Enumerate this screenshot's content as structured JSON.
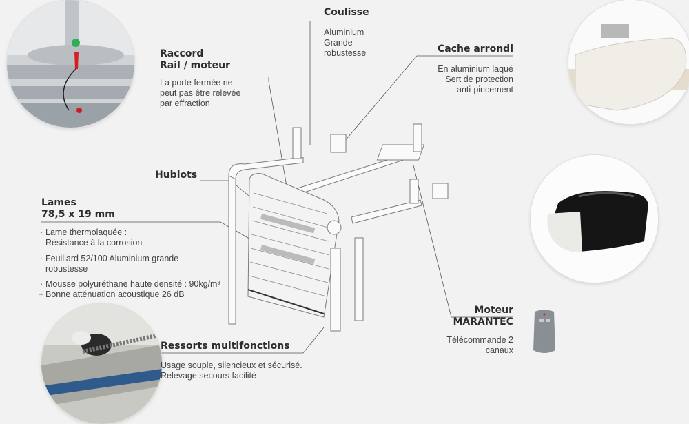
{
  "coulisse": {
    "title": "Coulisse",
    "lines": [
      "Aluminium",
      "Grande",
      "robustesse"
    ]
  },
  "raccord": {
    "title_lines": [
      "Raccord",
      "Rail / moteur"
    ],
    "lines": [
      "La porte fermée ne",
      "peut pas être relevée",
      "par effraction"
    ]
  },
  "cache": {
    "title": "Cache arrondi",
    "lines": [
      "En aluminium laqué",
      "Sert de protection",
      "anti-pincement"
    ]
  },
  "hublots": {
    "title": "Hublots"
  },
  "lames": {
    "title_lines": [
      "Lames",
      "78,5 x 19 mm"
    ],
    "bullets": [
      {
        "marker": "·",
        "lines": [
          "Lame thermolaquée :",
          "Résistance à la corrosion"
        ]
      },
      {
        "marker": "·",
        "lines": [
          "Feuillard 52/100 Aluminium grande",
          "robustesse"
        ]
      },
      {
        "marker": "·",
        "lines": [
          "Mousse polyuréthane haute densité : 90kg/m³"
        ]
      },
      {
        "marker": "+",
        "lines": [
          "Bonne atténuation acoustique 26 dB"
        ]
      }
    ]
  },
  "moteur": {
    "title_lines": [
      "Moteur",
      "MARANTEC"
    ],
    "lines": [
      "Télécommande 2",
      "canaux"
    ]
  },
  "ressorts": {
    "title": "Ressorts multifonctions",
    "lines": [
      "Usage souple, silencieux et sécurisé.",
      "Relevage secours facilité"
    ]
  }
}
